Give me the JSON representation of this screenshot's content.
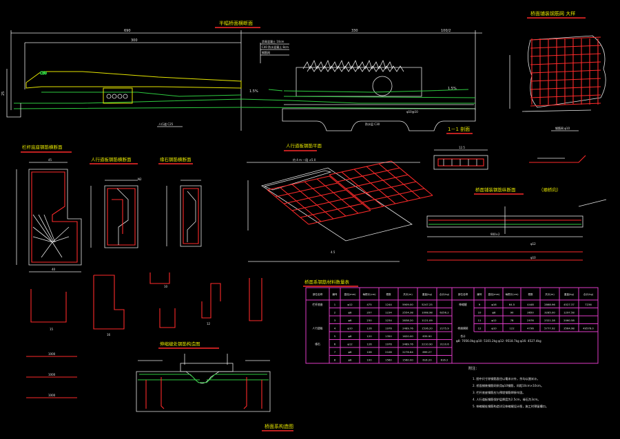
{
  "colors": {
    "background": "#000000",
    "line_white": "#e8e8e8",
    "rebar_red": "#ff2a2a",
    "concrete_green": "#2ecc40",
    "outline_yellow": "#e6e600",
    "table_magenta": "#e03cc8",
    "dim_cyan": "#20c8c8"
  },
  "titles": {
    "cross_section": "半幅桥面横断面",
    "detail_square": "桥面铺装钢筋网 大样",
    "section_1_1": "1－1 剖面",
    "anchor_rebar": "栏杆底座钢筋横断面",
    "sidewalk_rebar": "人行道板钢筋横断面",
    "curb_rebar": "缘石钢筋横断面",
    "sidewalk_plan": "人行道板钢筋平面",
    "deck_longitudinal": "桥面铺装钢筋纵断面",
    "deck_longitudinal_note": "（顺桥向）",
    "expansion_joint": "伸缩缝处钢筋构造图",
    "table_title": "桥面系钢筋材料数量表",
    "notes_title": "附注：",
    "drawing_title": "桥面系构造图"
  },
  "dims": {
    "top_left": "690",
    "top_mid": "300",
    "top_mid2": "330",
    "top_right": "100/2",
    "slope_left": "1.5%",
    "slope_right": "1.5%",
    "annot_1": "沥青混凝土 10cm",
    "annot_2": "C40 防水混凝土 8cm",
    "annot_3": "钢筋网",
    "plan_length": "约 4 m 一段 ±5.0",
    "section_len": "12.5",
    "deck_len": "900×2"
  },
  "table": {
    "headers": [
      "部位名称",
      "编号",
      "直径(mm)",
      "每根长(cm)",
      "根数",
      "共长(m)",
      "重量(kg)",
      "合计(kg)"
    ],
    "left_rows": [
      [
        "栏杆底座",
        "1",
        "φ12",
        "475",
        "1244",
        "5909.00",
        "5247.25",
        ""
      ],
      [
        "",
        "2",
        "φ8",
        "207",
        "1234",
        "2554.38",
        "1008.98",
        "6256.2"
      ],
      [
        "",
        "3",
        "φ8",
        "230",
        "1234",
        "2838.20",
        "1121.09",
        ""
      ],
      [
        "人行道板",
        "4",
        "φ10",
        "126",
        "1976",
        "2489.76",
        "1536.20",
        "2175.9"
      ],
      [
        "",
        "5",
        "φ8",
        "120",
        "1350",
        "1620.00",
        "639.90",
        ""
      ],
      [
        "缘石",
        "6",
        "φ12",
        "126",
        "1976",
        "2489.76",
        "2210.90",
        "3110.6"
      ],
      [
        "",
        "7",
        "φ8",
        "108",
        "2108",
        "2276.64",
        "899.27",
        ""
      ],
      [
        "",
        "8",
        "φ8",
        "100",
        "1560",
        "1560.00",
        "616.20",
        "616.2"
      ]
    ],
    "right_rows": [
      [
        "伸缩缝",
        "9",
        "φ16",
        "64.5",
        "4448",
        "2868.96",
        "4527.37",
        "7236"
      ],
      [
        "",
        "10",
        "φ8",
        "90",
        "3650",
        "3285.00",
        "1297.58",
        ""
      ],
      [
        "",
        "11",
        "φ12",
        "78",
        "2976",
        "2321.28",
        "2060.58",
        ""
      ],
      [
        "桥面铺装",
        "12",
        "φ10",
        "122",
        "4736",
        "5777.92",
        "3564.98",
        "49576.0"
      ],
      [
        "合计",
        "",
        "",
        "",
        "",
        "",
        "",
        ""
      ]
    ],
    "summary": "φ8: 7056.0kg  φ10: 5101.2kg  φ12: 9518.7kg  φ16: 4527.4kg"
  },
  "notes": [
    "1. 图中尺寸除钢筋直径以毫米计外，余均以厘米计。",
    "2. 桥面铺装钢筋网采用φ10钢筋，间距10cm×10cm。",
    "3. 栏杆底座钢筋应与预埋钢筋焊接牢固。",
    "4. 人行道板钢筋保护层厚度为2.5cm，缘石为3cm。",
    "5. 伸缩缝处钢筋构造详见伸缩缝设计图，施工时预留槽口。"
  ]
}
